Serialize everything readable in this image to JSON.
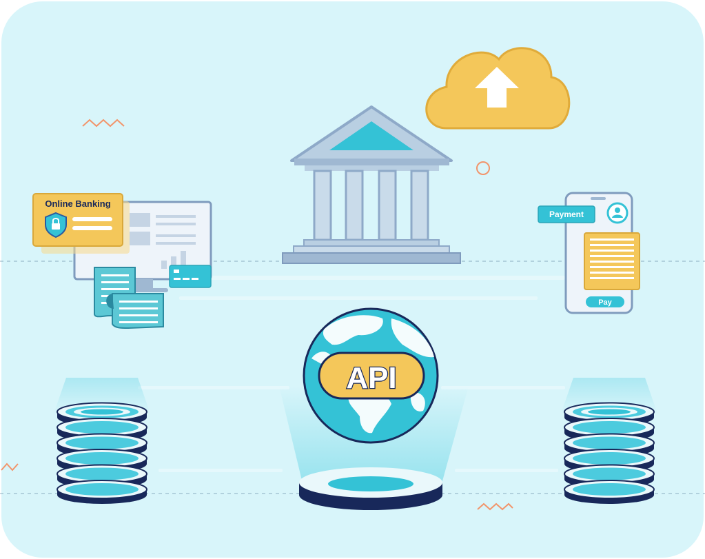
{
  "labels": {
    "online_banking": "Online Banking",
    "payment": "Payment",
    "pay": "Pay",
    "api": "API"
  },
  "icons": [
    "bank-building-icon",
    "cloud-upload-icon",
    "monitor-icon",
    "shield-lock-icon",
    "credit-card-icon",
    "receipt-icon",
    "smartphone-icon",
    "user-avatar-icon",
    "globe-icon",
    "database-icon"
  ],
  "colors": {
    "background": "#d8f5fa",
    "accent_cyan": "#34c2d6",
    "accent_yellow": "#f4c75a",
    "navy": "#18285a",
    "steel": "#8ea9c8",
    "orange_decor": "#f2946a"
  }
}
